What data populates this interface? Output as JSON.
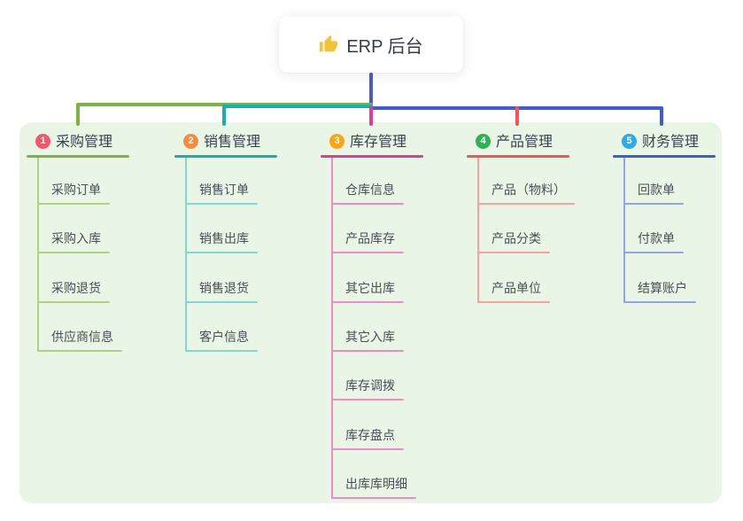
{
  "root": {
    "icon": "thumbs-up",
    "label": "ERP 后台"
  },
  "colors": {
    "canvas_bg": "#ffffff",
    "panel_bg": "#e9f6e5",
    "root_connector": "#4a5ac9",
    "root_text": "#343b4e",
    "title_text": "#3a4150",
    "child_text": "#4a4e57",
    "thumb_icon": "#f2c230"
  },
  "branches": [
    {
      "num": "1",
      "title": "采购管理",
      "badge_color": "#f4566e",
      "line_color": "#7cb342",
      "light_line_color": "#aed183",
      "children": [
        "采购订单",
        "采购入库",
        "采购退货",
        "供应商信息"
      ]
    },
    {
      "num": "2",
      "title": "销售管理",
      "badge_color": "#f98b3f",
      "line_color": "#12b3ab",
      "light_line_color": "#84d6d0",
      "children": [
        "销售订单",
        "销售出库",
        "销售退货",
        "客户信息"
      ]
    },
    {
      "num": "3",
      "title": "库存管理",
      "badge_color": "#fba513",
      "line_color": "#e23c98",
      "light_line_color": "#f08cc5",
      "children": [
        "仓库信息",
        "产品库存",
        "其它出库",
        "其它入库",
        "库存调拨",
        "库存盘点",
        "出库库明细"
      ]
    },
    {
      "num": "4",
      "title": "产品管理",
      "badge_color": "#2eb254",
      "line_color": "#f75357",
      "light_line_color": "#fb9fa1",
      "children": [
        "产品（物料）",
        "产品分类",
        "产品单位"
      ]
    },
    {
      "num": "5",
      "title": "财务管理",
      "badge_color": "#2ea9ee",
      "line_color": "#3d5cd7",
      "light_line_color": "#92a4e6",
      "children": [
        "回款单",
        "付款单",
        "结算账户"
      ]
    }
  ]
}
